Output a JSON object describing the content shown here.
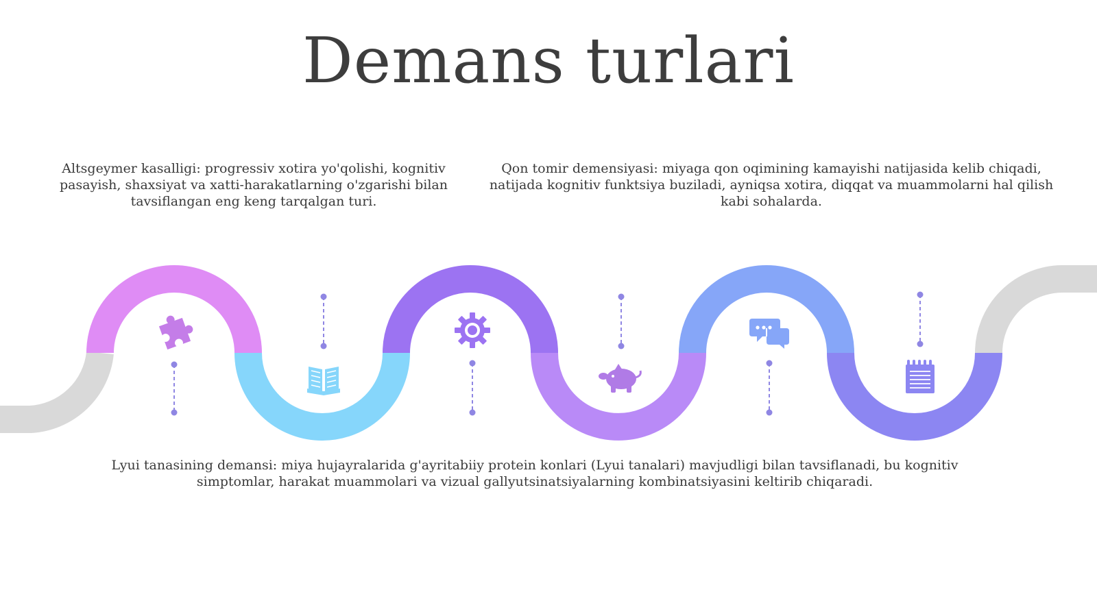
{
  "title": "Demans turlari",
  "descriptions": {
    "alzheimer": "Altsgeymer kasalligi: progressiv xotira yo'qolishi, kognitiv pasayish, shaxsiyat va xatti-harakatlarning o'zgarishi bilan tavsiflangan eng keng tarqalgan turi.",
    "vascular": "Qon tomir demensiyasi: miyaga qon oqimining kamayishi natijasida kelib chiqadi, natijada kognitiv funktsiya buziladi, ayniqsa xotira, diqqat va muammolarni hal qilish kabi sohalarda.",
    "lewy": "Lyui tanasining demansi: miya hujayralarida g'ayritabiiy protein konlari (Lyui tanalari) mavjudligi bilan tavsiflanadi, bu kognitiv simptomlar, harakat muammolari va vizual gallyutsinatsiyalarning kombinatsiyasini keltirib chiqaradi."
  },
  "colors": {
    "gray": "#d9d9d9",
    "pink": "#df8cf5",
    "cyan": "#86d6fb",
    "violet": "#9c73f2",
    "lavender": "#b98af7",
    "blue": "#86a6f8",
    "indigo": "#8c86f2",
    "connector": "#8f86e3"
  },
  "icons": [
    "puzzle-icon",
    "book-icon",
    "gear-icon",
    "piggy-bank-icon",
    "chat-icon",
    "notepad-icon"
  ]
}
